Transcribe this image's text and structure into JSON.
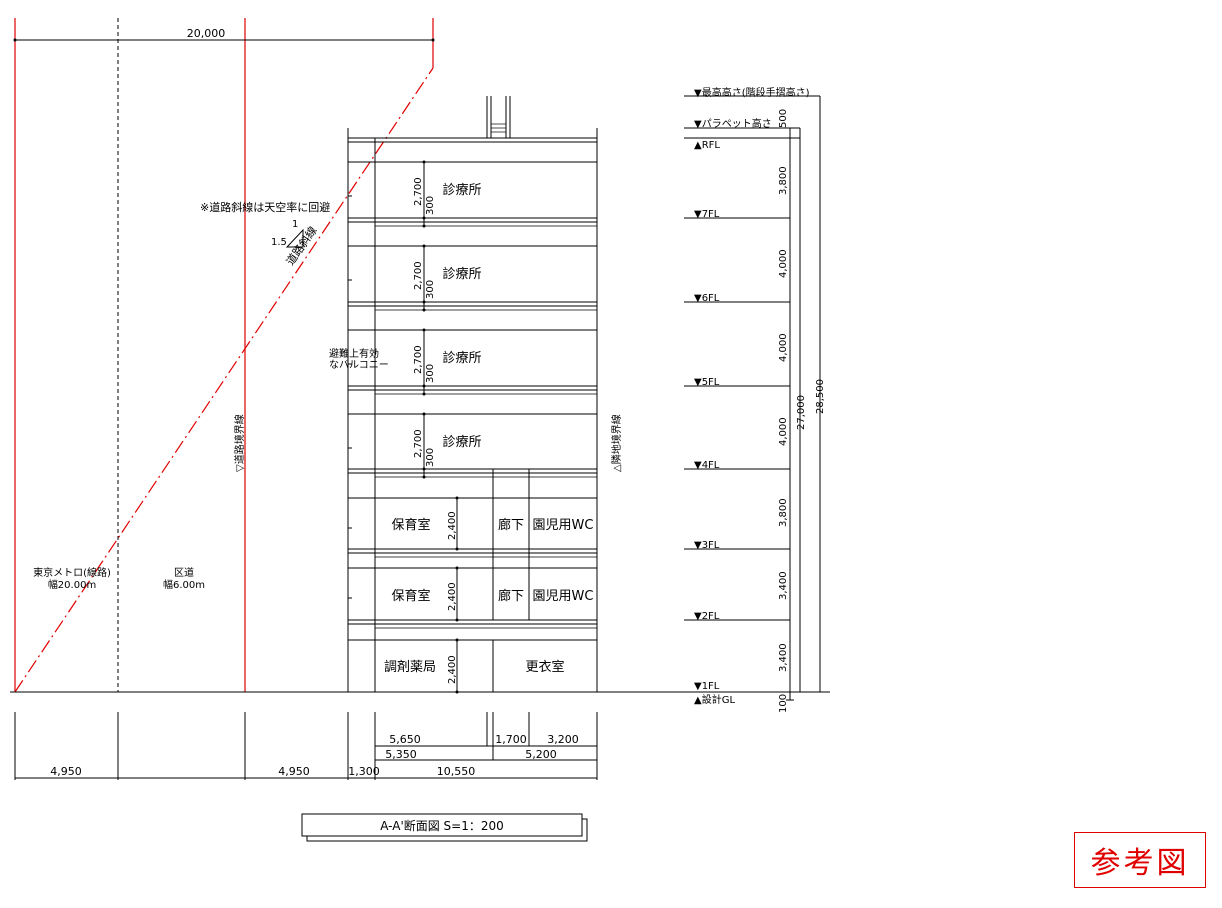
{
  "overall_width": "20,000",
  "note_sky": "※道路斜線は天空率に回避",
  "slope": {
    "rise": "1",
    "run": "1.5",
    "label": "道路斜線"
  },
  "boundary_road": "▽道路境界線",
  "boundary_neighbor": "△隣地境界線",
  "zone_metro": {
    "name": "東京メトロ(線路)",
    "width": "幅20.00m"
  },
  "zone_road": {
    "name": "区道",
    "width": "幅6.00m"
  },
  "balcony_note": [
    "避難上有効",
    "なバルコニー"
  ],
  "floors_upper": [
    {
      "room": "診療所",
      "h1": "2,700",
      "h2": "300"
    },
    {
      "room": "診療所",
      "h1": "2,700",
      "h2": "300"
    },
    {
      "room": "診療所",
      "h1": "2,700",
      "h2": "300"
    },
    {
      "room": "診療所",
      "h1": "2,700",
      "h2": "300"
    }
  ],
  "floor3": {
    "room1": "保育室",
    "h": "2,400",
    "room2": "廊下",
    "room3": "園児用WC"
  },
  "floor2": {
    "room1": "保育室",
    "h": "2,400",
    "room2": "廊下",
    "room3": "園児用WC"
  },
  "floor1": {
    "room1": "調剤薬局",
    "h": "2,400",
    "room2": "更衣室"
  },
  "levels": {
    "max": "▼最高高さ(階段手摺高さ)",
    "parapet": "▼パラペット高さ",
    "rfl": "▲RFL",
    "f7": "▼7FL",
    "f6": "▼6FL",
    "f5": "▼5FL",
    "f4": "▼4FL",
    "f3": "▼3FL",
    "f2": "▼2FL",
    "f1": "▼1FL",
    "gl": "▲設計GL"
  },
  "heights": {
    "parapet": "500",
    "r7": "3,800",
    "h76": "4,000",
    "h65": "4,000",
    "h54": "4,000",
    "h43": "3,800",
    "h32": "3,400",
    "h21": "3,400",
    "gl": "100",
    "total1": "27,000",
    "total2": "28,500"
  },
  "dims_bottom": {
    "d1": "4,950",
    "d2": "4,950",
    "d3": "1,300",
    "d4": "10,550",
    "d5": "5,650",
    "d6": "1,700",
    "d7": "3,200",
    "d8": "5,350",
    "d9": "5,200"
  },
  "caption": "A-A'断面図  S=1：200",
  "stamp": "参考図"
}
